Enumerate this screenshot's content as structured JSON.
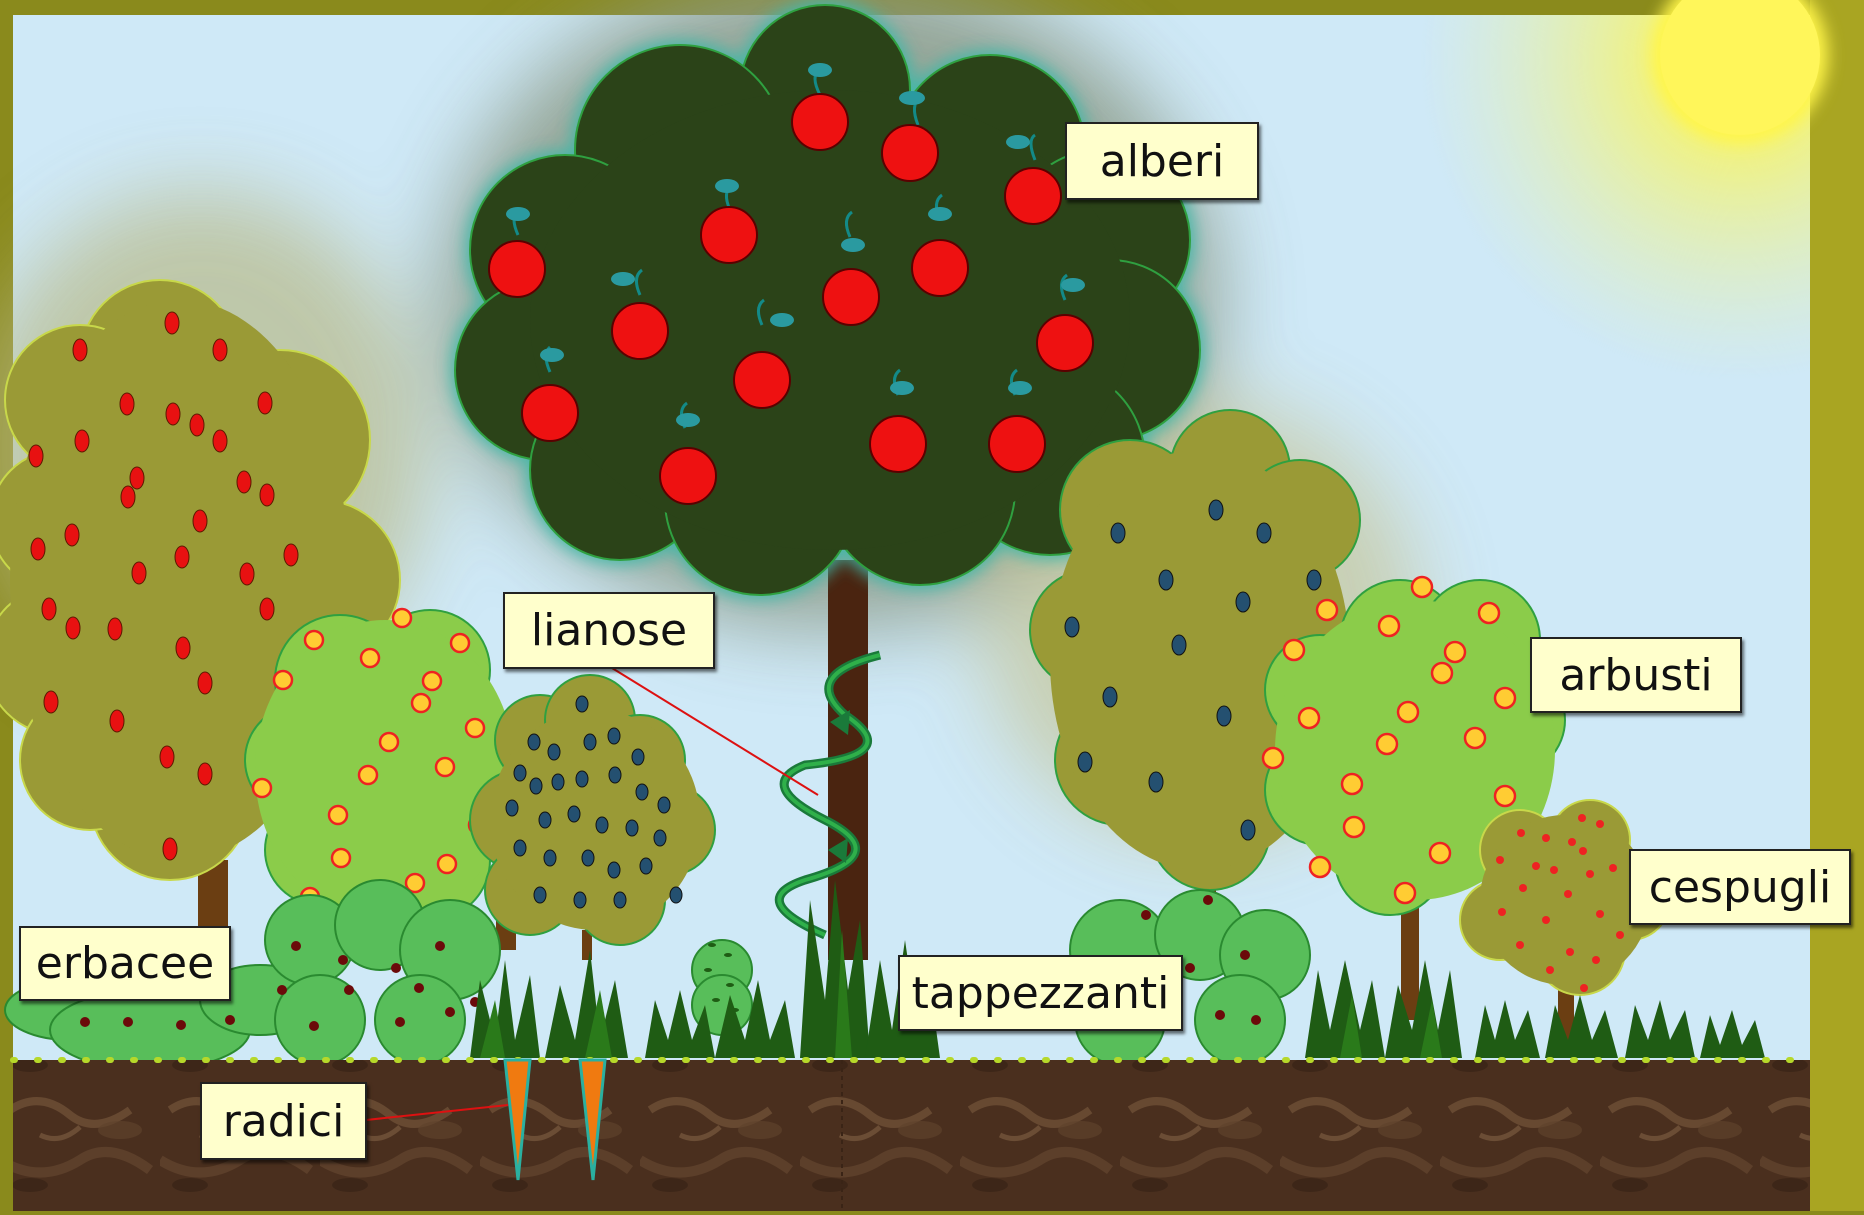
{
  "labels": {
    "alberi": "alberi",
    "lianose": "lianose",
    "arbusti": "arbusti",
    "cespugli": "cespugli",
    "erbacee": "erbacee",
    "tappezzanti": "tappezzanti",
    "radici": "radici"
  },
  "colors": {
    "frame": "#8a8a1c",
    "sky": "#cfe9f7",
    "sun": "#fff54a",
    "soil": "#4a2f1e",
    "main_tree_canopy": "#2b4318",
    "apple": "#ee1111",
    "olive_canopy": "#9a9a36",
    "light_canopy": "#8bcc4a",
    "bush": "#58be5a",
    "grass": "#1f5c14",
    "carrot": "#f07a10",
    "pointer_line": "#dd1111"
  }
}
